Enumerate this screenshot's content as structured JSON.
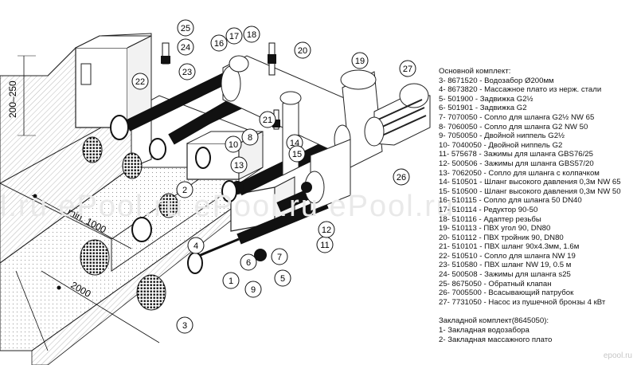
{
  "dimensions": {
    "height_range": "200–250",
    "min_width": "min. 1000",
    "length": "2000"
  },
  "watermark": "l.ru   ePool.ru   ePool.ru   ePool.ru",
  "brand": "epool.ru",
  "legend": {
    "title": "Основной комплект:",
    "items": [
      "3- 8671520 - Водозабор Ø200мм",
      "4- 8673820 - Массажное плато из нерж. стали",
      "5- 501900 - Задвижка G2½",
      "6- 501901 - Задвижка G2",
      "7- 7070050 - Сопло для шланга G2½ NW 65",
      "8- 7060050 - Сопло для шланга G2 NW 50",
      "9- 7050050 - Двойной ниппель G2½",
      "10- 7040050 - Двойной ниппель G2",
      "11- 575678 - Зажимы для шланга GBS76/25",
      "12- 500506 - Зажимы для шланга GBS57/20",
      "13- 7062050 - Сопло для шланга с колпачком",
      "14- 510501 - Шланг высокого давления 0,3м NW 65",
      "15- 510500 - Шланг высокого давления 0,3м NW 50",
      "16- 510115 - Сопло для шланга 50 DN40",
      "17- 510114 - Редуктор 90-50",
      "18- 510116 - Адаптер резьбы",
      "19- 510113 - ПВХ угол 90, DN80",
      "20- 510112 - ПВХ тройник 90, DN80",
      "21- 510101 - ПВХ шланг 90х4.3мм, 1.6м",
      "22- 510510 - Сопло для шланга NW 19",
      "23- 510580 - ПВХ шланг NW 19, 0.5 м",
      "24- 500508 - Зажимы для шланга s25",
      "25- 8675050 - Обратный клапан",
      "26- 7005500 - Всасывающий патрубок",
      "27- 7731050 - Насос из пушечной бронзы 4 кВт"
    ],
    "embed_title": "Закладной комплект(8645050):",
    "embed_items": [
      "1- Закладная водозабора",
      "2- Закладная массажного плато"
    ]
  },
  "callouts": [
    "1",
    "2",
    "3",
    "4",
    "5",
    "6",
    "7",
    "8",
    "9",
    "10",
    "11",
    "12",
    "13",
    "14",
    "15",
    "16",
    "17",
    "18",
    "19",
    "20",
    "21",
    "22",
    "23",
    "24",
    "25",
    "26",
    "27"
  ]
}
